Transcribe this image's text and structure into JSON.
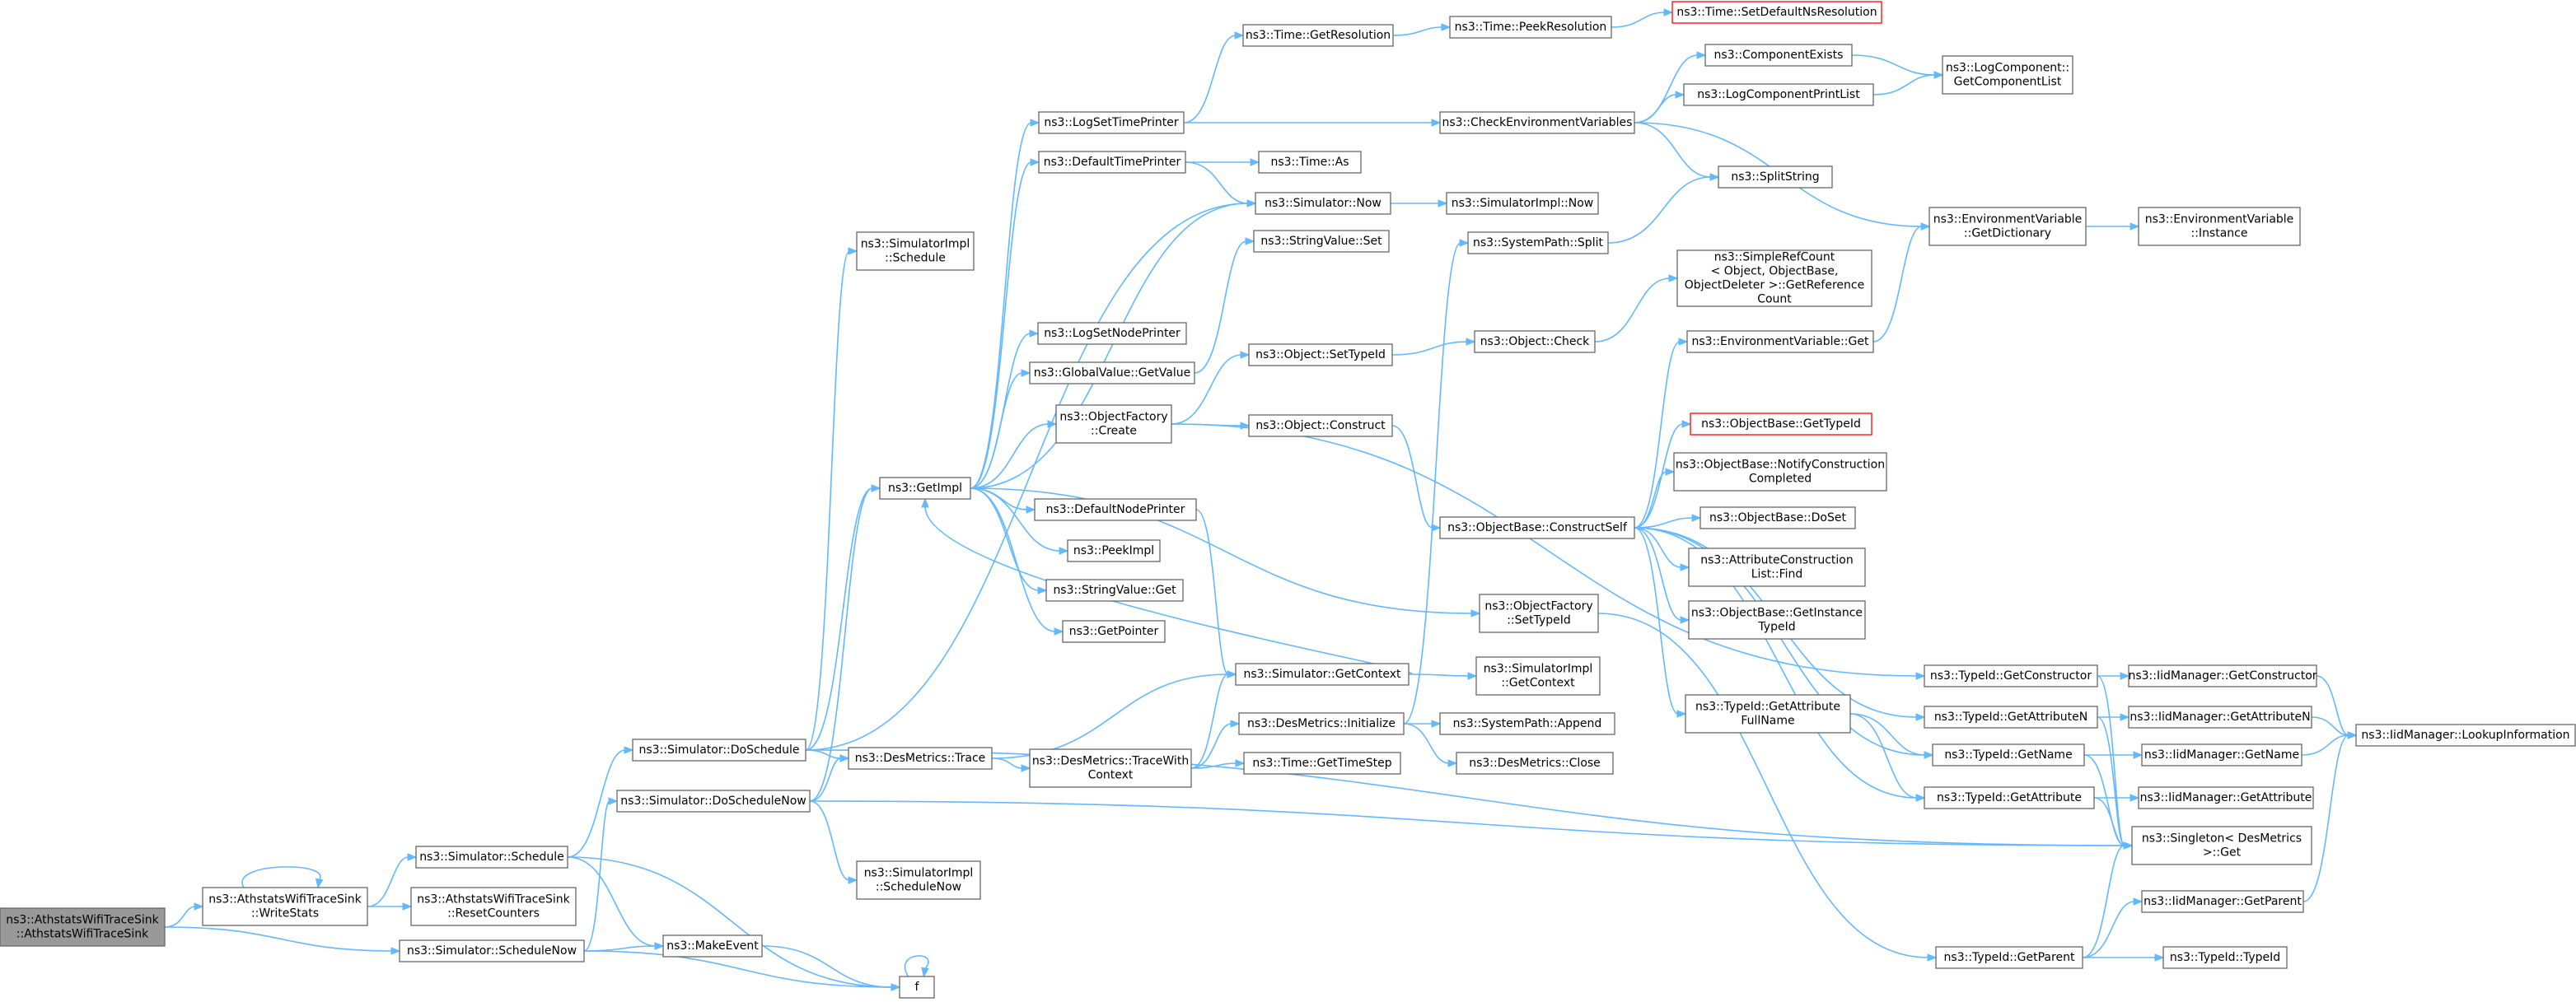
{
  "colors": {
    "edge": "#63b8ff",
    "node_border": "#666666",
    "root_fill": "#999999",
    "truncated_border": "#ff0000"
  },
  "nodes": [
    {
      "id": "n_root",
      "lines": [
        "ns3::AthstatsWifiTraceSink",
        "::AthstatsWifiTraceSink"
      ],
      "root": true
    },
    {
      "id": "n_writestats",
      "lines": [
        "ns3::AthstatsWifiTraceSink",
        "::WriteStats"
      ]
    },
    {
      "id": "n_resetcounters",
      "lines": [
        "ns3::AthstatsWifiTraceSink",
        "::ResetCounters"
      ]
    },
    {
      "id": "n_schedule",
      "lines": [
        "ns3::Simulator::Schedule"
      ]
    },
    {
      "id": "n_schedulenow",
      "lines": [
        "ns3::Simulator::ScheduleNow"
      ]
    },
    {
      "id": "n_makeevent",
      "lines": [
        "ns3::MakeEvent"
      ]
    },
    {
      "id": "n_f",
      "lines": [
        "f"
      ]
    },
    {
      "id": "n_doschedule",
      "lines": [
        "ns3::Simulator::DoSchedule"
      ]
    },
    {
      "id": "n_doschedulenow",
      "lines": [
        "ns3::Simulator::DoScheduleNow"
      ]
    },
    {
      "id": "n_simimpl_schedule",
      "lines": [
        "ns3::SimulatorImpl",
        "::Schedule"
      ]
    },
    {
      "id": "n_simimpl_schedulenow",
      "lines": [
        "ns3::SimulatorImpl",
        "::ScheduleNow"
      ]
    },
    {
      "id": "n_getimpl",
      "lines": [
        "ns3::GetImpl"
      ]
    },
    {
      "id": "n_desmetrics_trace",
      "lines": [
        "ns3::DesMetrics::Trace"
      ]
    },
    {
      "id": "n_desmetrics_tracewith",
      "lines": [
        "ns3::DesMetrics::TraceWith",
        "Context"
      ]
    },
    {
      "id": "n_logsettimeprinter",
      "lines": [
        "ns3::LogSetTimePrinter"
      ]
    },
    {
      "id": "n_defaulttimeprinter",
      "lines": [
        "ns3::DefaultTimePrinter"
      ]
    },
    {
      "id": "n_lognodeprinter",
      "lines": [
        "ns3::LogSetNodePrinter"
      ]
    },
    {
      "id": "n_globalvalue_getvalue",
      "lines": [
        "ns3::GlobalValue::GetValue"
      ]
    },
    {
      "id": "n_objectfactory_create",
      "lines": [
        "ns3::ObjectFactory",
        "::Create"
      ]
    },
    {
      "id": "n_defaultnodeprinter",
      "lines": [
        "ns3::DefaultNodePrinter"
      ]
    },
    {
      "id": "n_peekimpl",
      "lines": [
        "ns3::PeekImpl"
      ]
    },
    {
      "id": "n_stringvalue_get",
      "lines": [
        "ns3::StringValue::Get"
      ]
    },
    {
      "id": "n_getpointer",
      "lines": [
        "ns3::GetPointer"
      ]
    },
    {
      "id": "n_time_getresolution",
      "lines": [
        "ns3::Time::GetResolution"
      ]
    },
    {
      "id": "n_time_as",
      "lines": [
        "ns3::Time::As"
      ]
    },
    {
      "id": "n_simulator_now",
      "lines": [
        "ns3::Simulator::Now"
      ]
    },
    {
      "id": "n_stringvalue_set",
      "lines": [
        "ns3::StringValue::Set"
      ]
    },
    {
      "id": "n_object_settypeid",
      "lines": [
        "ns3::Object::SetTypeId"
      ]
    },
    {
      "id": "n_object_construct",
      "lines": [
        "ns3::Object::Construct"
      ]
    },
    {
      "id": "n_simulator_getcontext",
      "lines": [
        "ns3::Simulator::GetContext"
      ]
    },
    {
      "id": "n_desmetrics_initialize",
      "lines": [
        "ns3::DesMetrics::Initialize"
      ]
    },
    {
      "id": "n_time_gettimestep",
      "lines": [
        "ns3::Time::GetTimeStep"
      ]
    },
    {
      "id": "n_time_peekresolution",
      "lines": [
        "ns3::Time::PeekResolution"
      ]
    },
    {
      "id": "n_time_setdefaultns",
      "lines": [
        "ns3::Time::SetDefaultNsResolution"
      ],
      "truncated": true
    },
    {
      "id": "n_checkenv",
      "lines": [
        "ns3::CheckEnvironmentVariables"
      ]
    },
    {
      "id": "n_simimpl_now",
      "lines": [
        "ns3::SimulatorImpl::Now"
      ]
    },
    {
      "id": "n_systempath_split",
      "lines": [
        "ns3::SystemPath::Split"
      ]
    },
    {
      "id": "n_object_check",
      "lines": [
        "ns3::Object::Check"
      ]
    },
    {
      "id": "n_objectbase_constructself",
      "lines": [
        "ns3::ObjectBase::ConstructSelf"
      ]
    },
    {
      "id": "n_objectfactory_settypeid",
      "lines": [
        "ns3::ObjectFactory",
        "::SetTypeId"
      ]
    },
    {
      "id": "n_simimpl_getcontext",
      "lines": [
        "ns3::SimulatorImpl",
        "::GetContext"
      ]
    },
    {
      "id": "n_systempath_append",
      "lines": [
        "ns3::SystemPath::Append"
      ]
    },
    {
      "id": "n_desmetrics_close",
      "lines": [
        "ns3::DesMetrics::Close"
      ]
    },
    {
      "id": "n_componentexists",
      "lines": [
        "ns3::ComponentExists"
      ]
    },
    {
      "id": "n_logcomponentprintlist",
      "lines": [
        "ns3::LogComponentPrintList"
      ]
    },
    {
      "id": "n_splitstring",
      "lines": [
        "ns3::SplitString"
      ]
    },
    {
      "id": "n_simplerefcount",
      "lines": [
        "ns3::SimpleRefCount",
        "< Object, ObjectBase,",
        " ObjectDeleter >::GetReference",
        "Count"
      ]
    },
    {
      "id": "n_envvar_get",
      "lines": [
        "ns3::EnvironmentVariable::Get"
      ]
    },
    {
      "id": "n_objectbase_gettypeid",
      "lines": [
        "ns3::ObjectBase::GetTypeId"
      ],
      "truncated": true
    },
    {
      "id": "n_objectbase_notify",
      "lines": [
        "ns3::ObjectBase::NotifyConstruction",
        "Completed"
      ]
    },
    {
      "id": "n_objectbase_doset",
      "lines": [
        "ns3::ObjectBase::DoSet"
      ]
    },
    {
      "id": "n_attrconstructionlist_find",
      "lines": [
        "ns3::AttributeConstruction",
        "List::Find"
      ]
    },
    {
      "id": "n_objectbase_getinstancetypeid",
      "lines": [
        "ns3::ObjectBase::GetInstance",
        "TypeId"
      ]
    },
    {
      "id": "n_typeid_getattrfullname",
      "lines": [
        "ns3::TypeId::GetAttribute",
        "FullName"
      ]
    },
    {
      "id": "n_logcomponent_getlist",
      "lines": [
        "ns3::LogComponent::",
        "GetComponentList"
      ]
    },
    {
      "id": "n_envvar_getdictionary",
      "lines": [
        "ns3::EnvironmentVariable",
        "::GetDictionary"
      ]
    },
    {
      "id": "n_envvar_instance",
      "lines": [
        "ns3::EnvironmentVariable",
        "::Instance"
      ]
    },
    {
      "id": "n_typeid_getconstructor",
      "lines": [
        "ns3::TypeId::GetConstructor"
      ]
    },
    {
      "id": "n_typeid_getattributen",
      "lines": [
        "ns3::TypeId::GetAttributeN"
      ]
    },
    {
      "id": "n_typeid_getname",
      "lines": [
        "ns3::TypeId::GetName"
      ]
    },
    {
      "id": "n_typeid_getattribute",
      "lines": [
        "ns3::TypeId::GetAttribute"
      ]
    },
    {
      "id": "n_singleton_get",
      "lines": [
        "ns3::Singleton< DesMetrics",
        ">::Get"
      ]
    },
    {
      "id": "n_typeid_getparent",
      "lines": [
        "ns3::TypeId::GetParent"
      ]
    },
    {
      "id": "n_iid_getconstructor",
      "lines": [
        "ns3::IidManager::GetConstructor"
      ]
    },
    {
      "id": "n_iid_getattributen",
      "lines": [
        "ns3::IidManager::GetAttributeN"
      ]
    },
    {
      "id": "n_iid_getname",
      "lines": [
        "ns3::IidManager::GetName"
      ]
    },
    {
      "id": "n_iid_getattribute",
      "lines": [
        "ns3::IidManager::GetAttribute"
      ]
    },
    {
      "id": "n_iid_getparent",
      "lines": [
        "ns3::IidManager::GetParent"
      ]
    },
    {
      "id": "n_typeid_typeid",
      "lines": [
        "ns3::TypeId::TypeId"
      ]
    },
    {
      "id": "n_iid_lookupinformation",
      "lines": [
        "ns3::IidManager::LookupInformation"
      ]
    }
  ]
}
